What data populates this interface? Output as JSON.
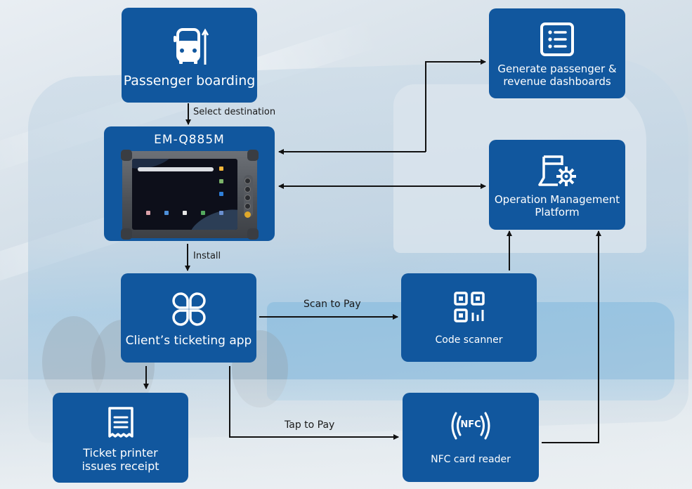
{
  "colors": {
    "card_fill": "#11579e",
    "card_text": "#ffffff",
    "connector": "#111111"
  },
  "nodes": {
    "passenger_boarding": {
      "label": "Passenger boarding",
      "icon": "bus-icon"
    },
    "device": {
      "label": "EM-Q885M",
      "icon": "rugged-tablet-image"
    },
    "dashboards": {
      "label_line1": "Generate passenger &",
      "label_line2": "revenue dashboards",
      "icon": "list-icon"
    },
    "platform": {
      "label_line1": "Operation Management",
      "label_line2": "Platform",
      "icon": "server-gear-icon"
    },
    "ticketing_app": {
      "label": "Client’s ticketing app",
      "icon": "app-grid-icon"
    },
    "code_scanner": {
      "label": "Code scanner",
      "icon": "qr-code-icon"
    },
    "ticket_printer": {
      "label_line1": "Ticket printer",
      "label_line2": "issues receipt",
      "icon": "receipt-icon"
    },
    "nfc_reader": {
      "label": "NFC card reader",
      "icon": "nfc-icon",
      "icon_text": "NFC"
    }
  },
  "edges": {
    "select_destination": "Select destination",
    "install": "Install",
    "scan_to_pay": "Scan to Pay",
    "tap_to_pay": "Tap to Pay"
  },
  "connections": [
    {
      "from": "passenger_boarding",
      "to": "device",
      "label": "Select destination"
    },
    {
      "from": "dashboards",
      "to": "device",
      "bidirectional": false
    },
    {
      "from": "device",
      "to": "dashboards",
      "bidirectional": false
    },
    {
      "from": "device",
      "to": "platform",
      "bidirectional": true
    },
    {
      "from": "device",
      "to": "ticketing_app",
      "label": "Install"
    },
    {
      "from": "ticketing_app",
      "to": "code_scanner",
      "label": "Scan to Pay"
    },
    {
      "from": "ticketing_app",
      "to": "nfc_reader",
      "label": "Tap to Pay"
    },
    {
      "from": "ticketing_app",
      "to": "ticket_printer"
    },
    {
      "from": "code_scanner",
      "to": "platform"
    },
    {
      "from": "nfc_reader",
      "to": "platform"
    }
  ]
}
